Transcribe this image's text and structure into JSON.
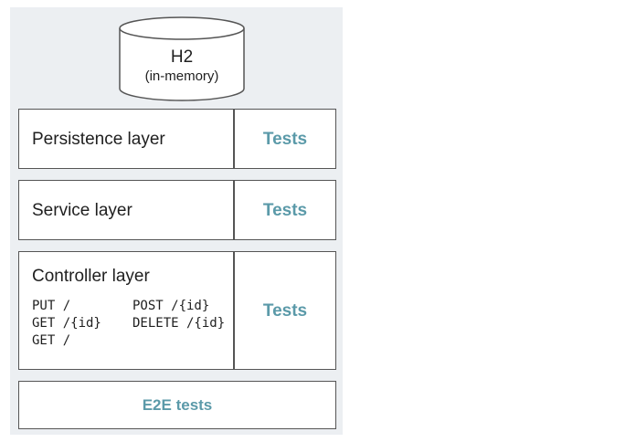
{
  "database": {
    "title": "H2",
    "subtitle": "(in-memory)"
  },
  "layers": {
    "persistence": {
      "label": "Persistence layer",
      "tests": "Tests"
    },
    "service": {
      "label": "Service layer",
      "tests": "Tests"
    },
    "controller": {
      "label": "Controller layer",
      "tests": "Tests",
      "endpoints": [
        "PUT /",
        "GET /{id}",
        "GET /",
        "POST /{id}",
        "DELETE /{id}"
      ]
    }
  },
  "e2e": {
    "label": "E2E tests"
  },
  "colors": {
    "panel_bg": "#eceff2",
    "border": "#555555",
    "tests_text": "#5b9aa9"
  }
}
